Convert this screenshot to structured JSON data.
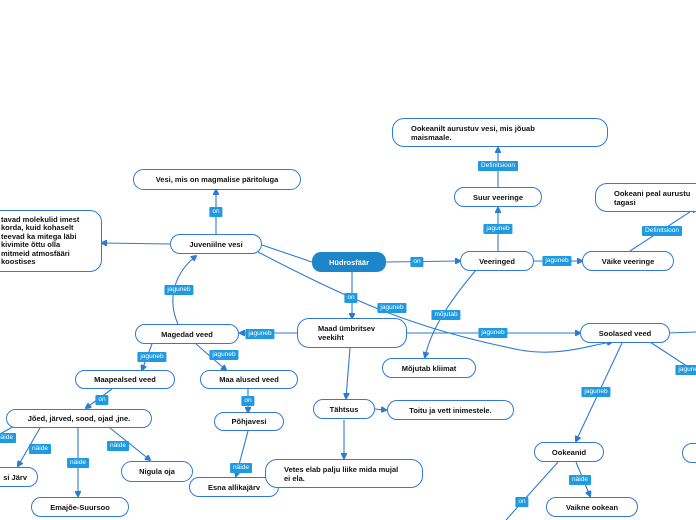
{
  "nodes": {
    "hudrosfaar": "Hüdrosfäär",
    "veeringed": "Veeringed",
    "suur_veeringe": "Suur veeringe",
    "suur_def": "Ookeanilt aurustuv vesi, mis jõuab maismaale.",
    "vaike_veeringe": "Väike veeringe",
    "vaike_def": "Ookeani peal aurustu tagasi",
    "moju_kliimat": "Mõjutab kliimat",
    "maad_umbritsev": "Maad ümbritsev veekiht",
    "juveniilne": "Juveniilne vesi",
    "magmaline": "Vesi, mis on magmalise päritoluga",
    "molekulid": "tavad molekulid imest korda, kuid kohaselt teevad ka mitega läbi kivimite õttu olla mitmeid atmosfääri koostises",
    "mageda": "Magedad veed",
    "maapealsed": "Maapealsed veed",
    "joed": "Jõed, järved, sood, ojad ,jne.",
    "jarv": "si Järv",
    "emajoe": "Emajõe-Suursoo",
    "nigula": "Nigula oja",
    "maa_alused": "Maa alused veed",
    "pohjavesi": "Põhjavesi",
    "esna": "Esna allikajärv",
    "tahtsus": "Tähtsus",
    "toitu": "Toitu ja vett inimestele.",
    "vetes": "Vetes elab palju liike mida mujal ei ela.",
    "soolased": "Soolased veed",
    "ookeanid": "Ookeanid",
    "vaikne": "Vaikne ookean"
  },
  "links": {
    "on": "on",
    "jaguneb": "jaguneb",
    "mojutab": "mõjutab",
    "definitsioon": "Definitsioon",
    "naide": "näide"
  }
}
